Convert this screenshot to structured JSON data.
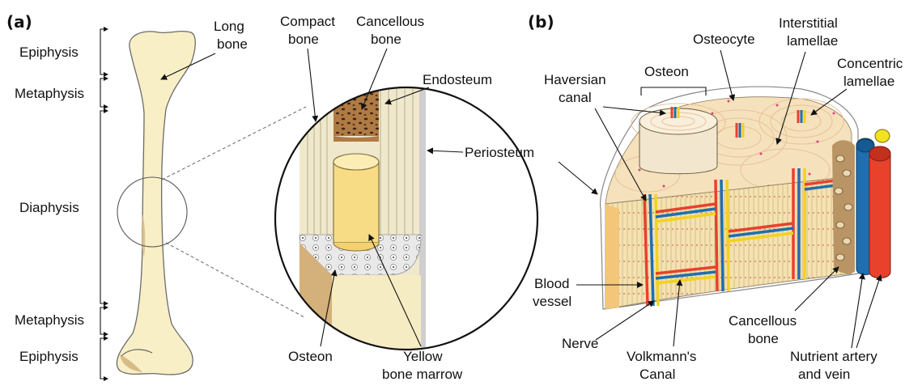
{
  "panels": {
    "a": "(a)",
    "b": "(b)"
  },
  "panel_a": {
    "regions": {
      "epiphysis_top": "Epiphysis",
      "metaphysis_top": "Metaphysis",
      "diaphysis": "Diaphysis",
      "metaphysis_bottom": "Metaphysis",
      "epiphysis_bottom": "Epiphysis"
    },
    "long_bone": [
      "Long",
      "bone"
    ],
    "compact_bone": [
      "Compact",
      "bone"
    ],
    "cancellous_bone": [
      "Cancellous",
      "bone"
    ],
    "endosteum": "Endosteum",
    "periosteum": "Periosteum",
    "osteon": "Osteon",
    "yellow_marrow": [
      "Yellow",
      "bone marrow"
    ]
  },
  "panel_b": {
    "osteon": "Osteon",
    "osteocyte": "Osteocyte",
    "interstitial": [
      "Interstitial",
      "lamellae"
    ],
    "concentric": [
      "Concentric",
      "lamellae"
    ],
    "haversian": [
      "Haversian",
      "canal"
    ],
    "blood_vessel": [
      "Blood",
      "vessel"
    ],
    "nerve": "Nerve",
    "volkmann": [
      "Volkmann's",
      "Canal"
    ],
    "cancellous": [
      "Cancellous",
      "bone"
    ],
    "nutrient": [
      "Nutrient artery",
      "and vein"
    ]
  },
  "colors": {
    "bone": "#f8efc6",
    "bone_outline": "#6b6b6b",
    "marrow": "#fbe49a",
    "cancellous_brown": "#9c6a3a",
    "artery": "#e8412c",
    "vein": "#1f6fb0",
    "nerve": "#f2d21f"
  }
}
